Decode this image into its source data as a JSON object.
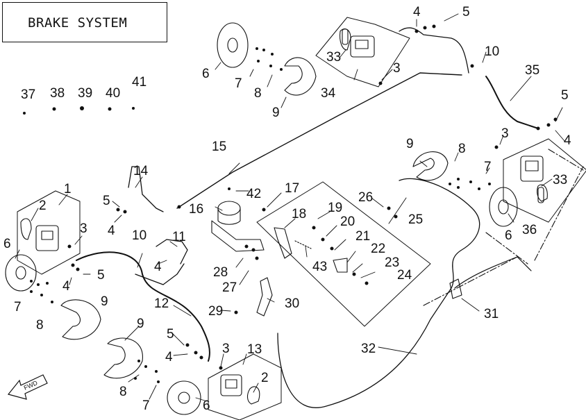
{
  "title": "BRAKE SYSTEM",
  "fwd_label": "FWD",
  "callouts": [
    {
      "id": "c1",
      "text": "1"
    },
    {
      "id": "c2a",
      "text": "2"
    },
    {
      "id": "c3a",
      "text": "3"
    },
    {
      "id": "c4a",
      "text": "4"
    },
    {
      "id": "c5a",
      "text": "5"
    },
    {
      "id": "c6a",
      "text": "6"
    },
    {
      "id": "c7a",
      "text": "7"
    },
    {
      "id": "c8a",
      "text": "8"
    },
    {
      "id": "c9a",
      "text": "9"
    },
    {
      "id": "c10a",
      "text": "10"
    },
    {
      "id": "c11",
      "text": "11"
    },
    {
      "id": "c4b",
      "text": "4"
    },
    {
      "id": "c12",
      "text": "12"
    },
    {
      "id": "c9b",
      "text": "9"
    },
    {
      "id": "c5b",
      "text": "5"
    },
    {
      "id": "c4c",
      "text": "4"
    },
    {
      "id": "c8b",
      "text": "8"
    },
    {
      "id": "c7b",
      "text": "7"
    },
    {
      "id": "c6b",
      "text": "6"
    },
    {
      "id": "c3b",
      "text": "3"
    },
    {
      "id": "c13",
      "text": "13"
    },
    {
      "id": "c2b",
      "text": "2"
    },
    {
      "id": "c14",
      "text": "14"
    },
    {
      "id": "c5c",
      "text": "5"
    },
    {
      "id": "c4d",
      "text": "4"
    },
    {
      "id": "c15",
      "text": "15"
    },
    {
      "id": "c16",
      "text": "16"
    },
    {
      "id": "c42",
      "text": "42"
    },
    {
      "id": "c17",
      "text": "17"
    },
    {
      "id": "c18",
      "text": "18"
    },
    {
      "id": "c19",
      "text": "19"
    },
    {
      "id": "c20",
      "text": "20"
    },
    {
      "id": "c21",
      "text": "21"
    },
    {
      "id": "c22",
      "text": "22"
    },
    {
      "id": "c23",
      "text": "23"
    },
    {
      "id": "c24",
      "text": "24"
    },
    {
      "id": "c25",
      "text": "25"
    },
    {
      "id": "c26",
      "text": "26"
    },
    {
      "id": "c43",
      "text": "43"
    },
    {
      "id": "c28",
      "text": "28"
    },
    {
      "id": "c27",
      "text": "27"
    },
    {
      "id": "c29",
      "text": "29"
    },
    {
      "id": "c30",
      "text": "30"
    },
    {
      "id": "c31",
      "text": "31"
    },
    {
      "id": "c32",
      "text": "32"
    },
    {
      "id": "c9c",
      "text": "9"
    },
    {
      "id": "c8c",
      "text": "8"
    },
    {
      "id": "c7c",
      "text": "7"
    },
    {
      "id": "c3c",
      "text": "3"
    },
    {
      "id": "c6c",
      "text": "6"
    },
    {
      "id": "c36",
      "text": "36"
    },
    {
      "id": "c33b",
      "text": "33"
    },
    {
      "id": "c4e",
      "text": "4"
    },
    {
      "id": "c5d",
      "text": "5"
    },
    {
      "id": "c35",
      "text": "35"
    },
    {
      "id": "c10b",
      "text": "10"
    },
    {
      "id": "c4f",
      "text": "4"
    },
    {
      "id": "c5e",
      "text": "5"
    },
    {
      "id": "c33a",
      "text": "33"
    },
    {
      "id": "c34",
      "text": "34"
    },
    {
      "id": "c3d",
      "text": "3"
    },
    {
      "id": "c6d",
      "text": "6"
    },
    {
      "id": "c7d",
      "text": "7"
    },
    {
      "id": "c8d",
      "text": "8"
    },
    {
      "id": "c9d",
      "text": "9"
    },
    {
      "id": "c37",
      "text": "37"
    },
    {
      "id": "c38",
      "text": "38"
    },
    {
      "id": "c39",
      "text": "39"
    },
    {
      "id": "c40",
      "text": "40"
    },
    {
      "id": "c41",
      "text": "41"
    }
  ]
}
